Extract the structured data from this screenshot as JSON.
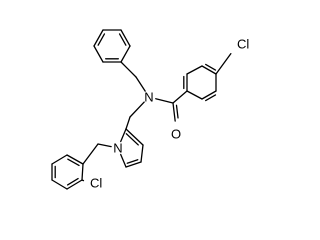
{
  "molecule": {
    "atom_labels": {
      "amide_nitrogen": "N",
      "pyrrole_nitrogen": "N",
      "carbonyl_oxygen": "O",
      "chlorobenzoyl_chlorine": "Cl",
      "chlorobenzyl_chlorine": "Cl"
    }
  },
  "colors": {
    "bond": "#000000",
    "label": "#000000",
    "background": "#ffffff"
  }
}
